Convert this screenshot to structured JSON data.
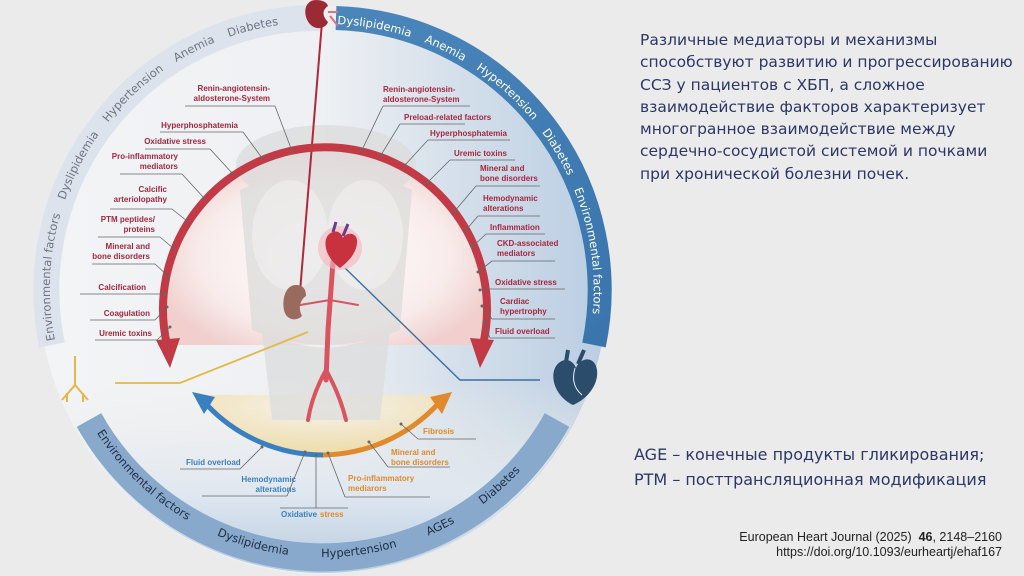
{
  "slide": {
    "description_lines": [
      "Различные медиаторы и механизмы",
      "способствуют развитию и прогрессированию",
      "ССЗ у пациентов с ХБП, а сложное",
      "взаимодействие факторов характеризует",
      "многогранное взаимодействие между",
      "сердечно-сосудистой системой и почками",
      "при хронической болезни почек."
    ],
    "abbreviations": [
      "AGE – конечные продукты гликирования;",
      "PTM – посттрансляционная модификация"
    ],
    "citation": {
      "journal": "European Heart Journal (2025)",
      "volume": "46",
      "pages": ", 2148–2160",
      "doi": "https://doi.org/10.1093/eurheartj/ehaf167"
    }
  },
  "diagram": {
    "colors": {
      "kidney_red": "#b0283c",
      "heart_blue": "#2f6fa8",
      "bottom_blue": "#3a7fc0",
      "bottom_orange": "#e08a2c",
      "label_red": "#a3283f"
    },
    "rings": {
      "left_top": "Environmental factors    Dyslipidemia    Hypertension    Anemia    Diabetes",
      "right_top": "Dyslipidemia    Anemia    Hypertension    Diabetes    Environmental factors",
      "bottom": "Environmental factors         Dyslipidemia         Hypertension         AGEs         Diabetes"
    },
    "icons": [
      "kidney-icon",
      "heart-icon",
      "nerve-icon",
      "human-body-icon"
    ],
    "kidney_to_heart_labels": [
      [
        "Renin-angiotensin-",
        "aldosterone-System"
      ],
      [
        "Hyperphosphatemia"
      ],
      [
        "Oxidative stress"
      ],
      [
        "Pro-inflammatory",
        "mediators"
      ],
      [
        "Calcific",
        "arteriolopathy"
      ],
      [
        "PTM peptides/",
        "proteins"
      ],
      [
        "Mineral and",
        "bone disorders"
      ],
      [
        "Calcification"
      ],
      [
        "Coagulation"
      ],
      [
        "Uremic toxins"
      ]
    ],
    "heart_to_kidney_labels": [
      [
        "Renin-angiotensin-",
        "aldosterone-System"
      ],
      [
        "Preload-related factors"
      ],
      [
        "Hyperphosphatemia"
      ],
      [
        "Uremic toxins"
      ],
      [
        "Mineral and",
        "bone disorders"
      ],
      [
        "Hemodynamic",
        "alterations"
      ],
      [
        "Inflammation"
      ],
      [
        "CKD-associated",
        "mediators"
      ],
      [
        "Oxidative stress"
      ],
      [
        "Cardiac",
        "hypertrophy"
      ],
      [
        "Fluid overload"
      ]
    ],
    "bottom_labels": [
      {
        "lines": [
          "Fluid overload"
        ],
        "color": "blue"
      },
      {
        "lines": [
          "Hemodynamic",
          "alterations"
        ],
        "color": "blue"
      },
      {
        "lines": [
          "Oxidative",
          "stress"
        ],
        "color": "split"
      },
      {
        "lines": [
          "Pro-inflammatory",
          "mediarors"
        ],
        "color": "orange"
      },
      {
        "lines": [
          "Mineral and",
          "bone disorders"
        ],
        "color": "orange"
      },
      {
        "lines": [
          "Fibrosis"
        ],
        "color": "orange"
      }
    ]
  }
}
